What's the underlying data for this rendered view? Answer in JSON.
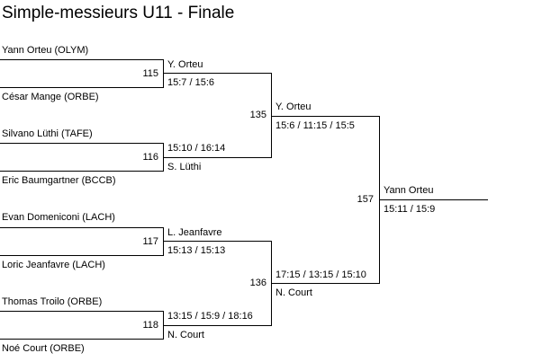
{
  "title": "Simple-messieurs U11 - Finale",
  "round1": [
    {
      "top": "Yann Orteu (OLYM)",
      "bottom": "César Mange (ORBE)",
      "match": "115",
      "winner": "Y. Orteu",
      "score": "15:7 / 15:6",
      "winner_pos": "top"
    },
    {
      "top": "Silvano Lüthi (TAFE)",
      "bottom": "Eric Baumgartner (BCCB)",
      "match": "116",
      "winner": "S. Lüthi",
      "score": "15:10 / 16:14",
      "winner_pos": "bottom"
    },
    {
      "top": "Evan Domeniconi (LACH)",
      "bottom": "Loric Jeanfavre (LACH)",
      "match": "117",
      "winner": "L. Jeanfavre",
      "score": "15:13 / 15:13",
      "winner_pos": "top"
    },
    {
      "top": "Thomas Troilo (ORBE)",
      "bottom": "Noé Court (ORBE)",
      "match": "118",
      "winner": "N. Court",
      "score": "13:15 / 15:9 / 18:16",
      "winner_pos": "bottom"
    }
  ],
  "round2": [
    {
      "match": "135",
      "winner": "Y. Orteu",
      "score": "15:6 / 11:15 / 15:5",
      "winner_pos": "top"
    },
    {
      "match": "136",
      "winner": "N. Court",
      "score": "17:15 / 13:15 / 15:10",
      "winner_pos": "bottom"
    }
  ],
  "final": {
    "match": "157",
    "winner": "Yann Orteu",
    "score": "15:11 / 15:9"
  }
}
